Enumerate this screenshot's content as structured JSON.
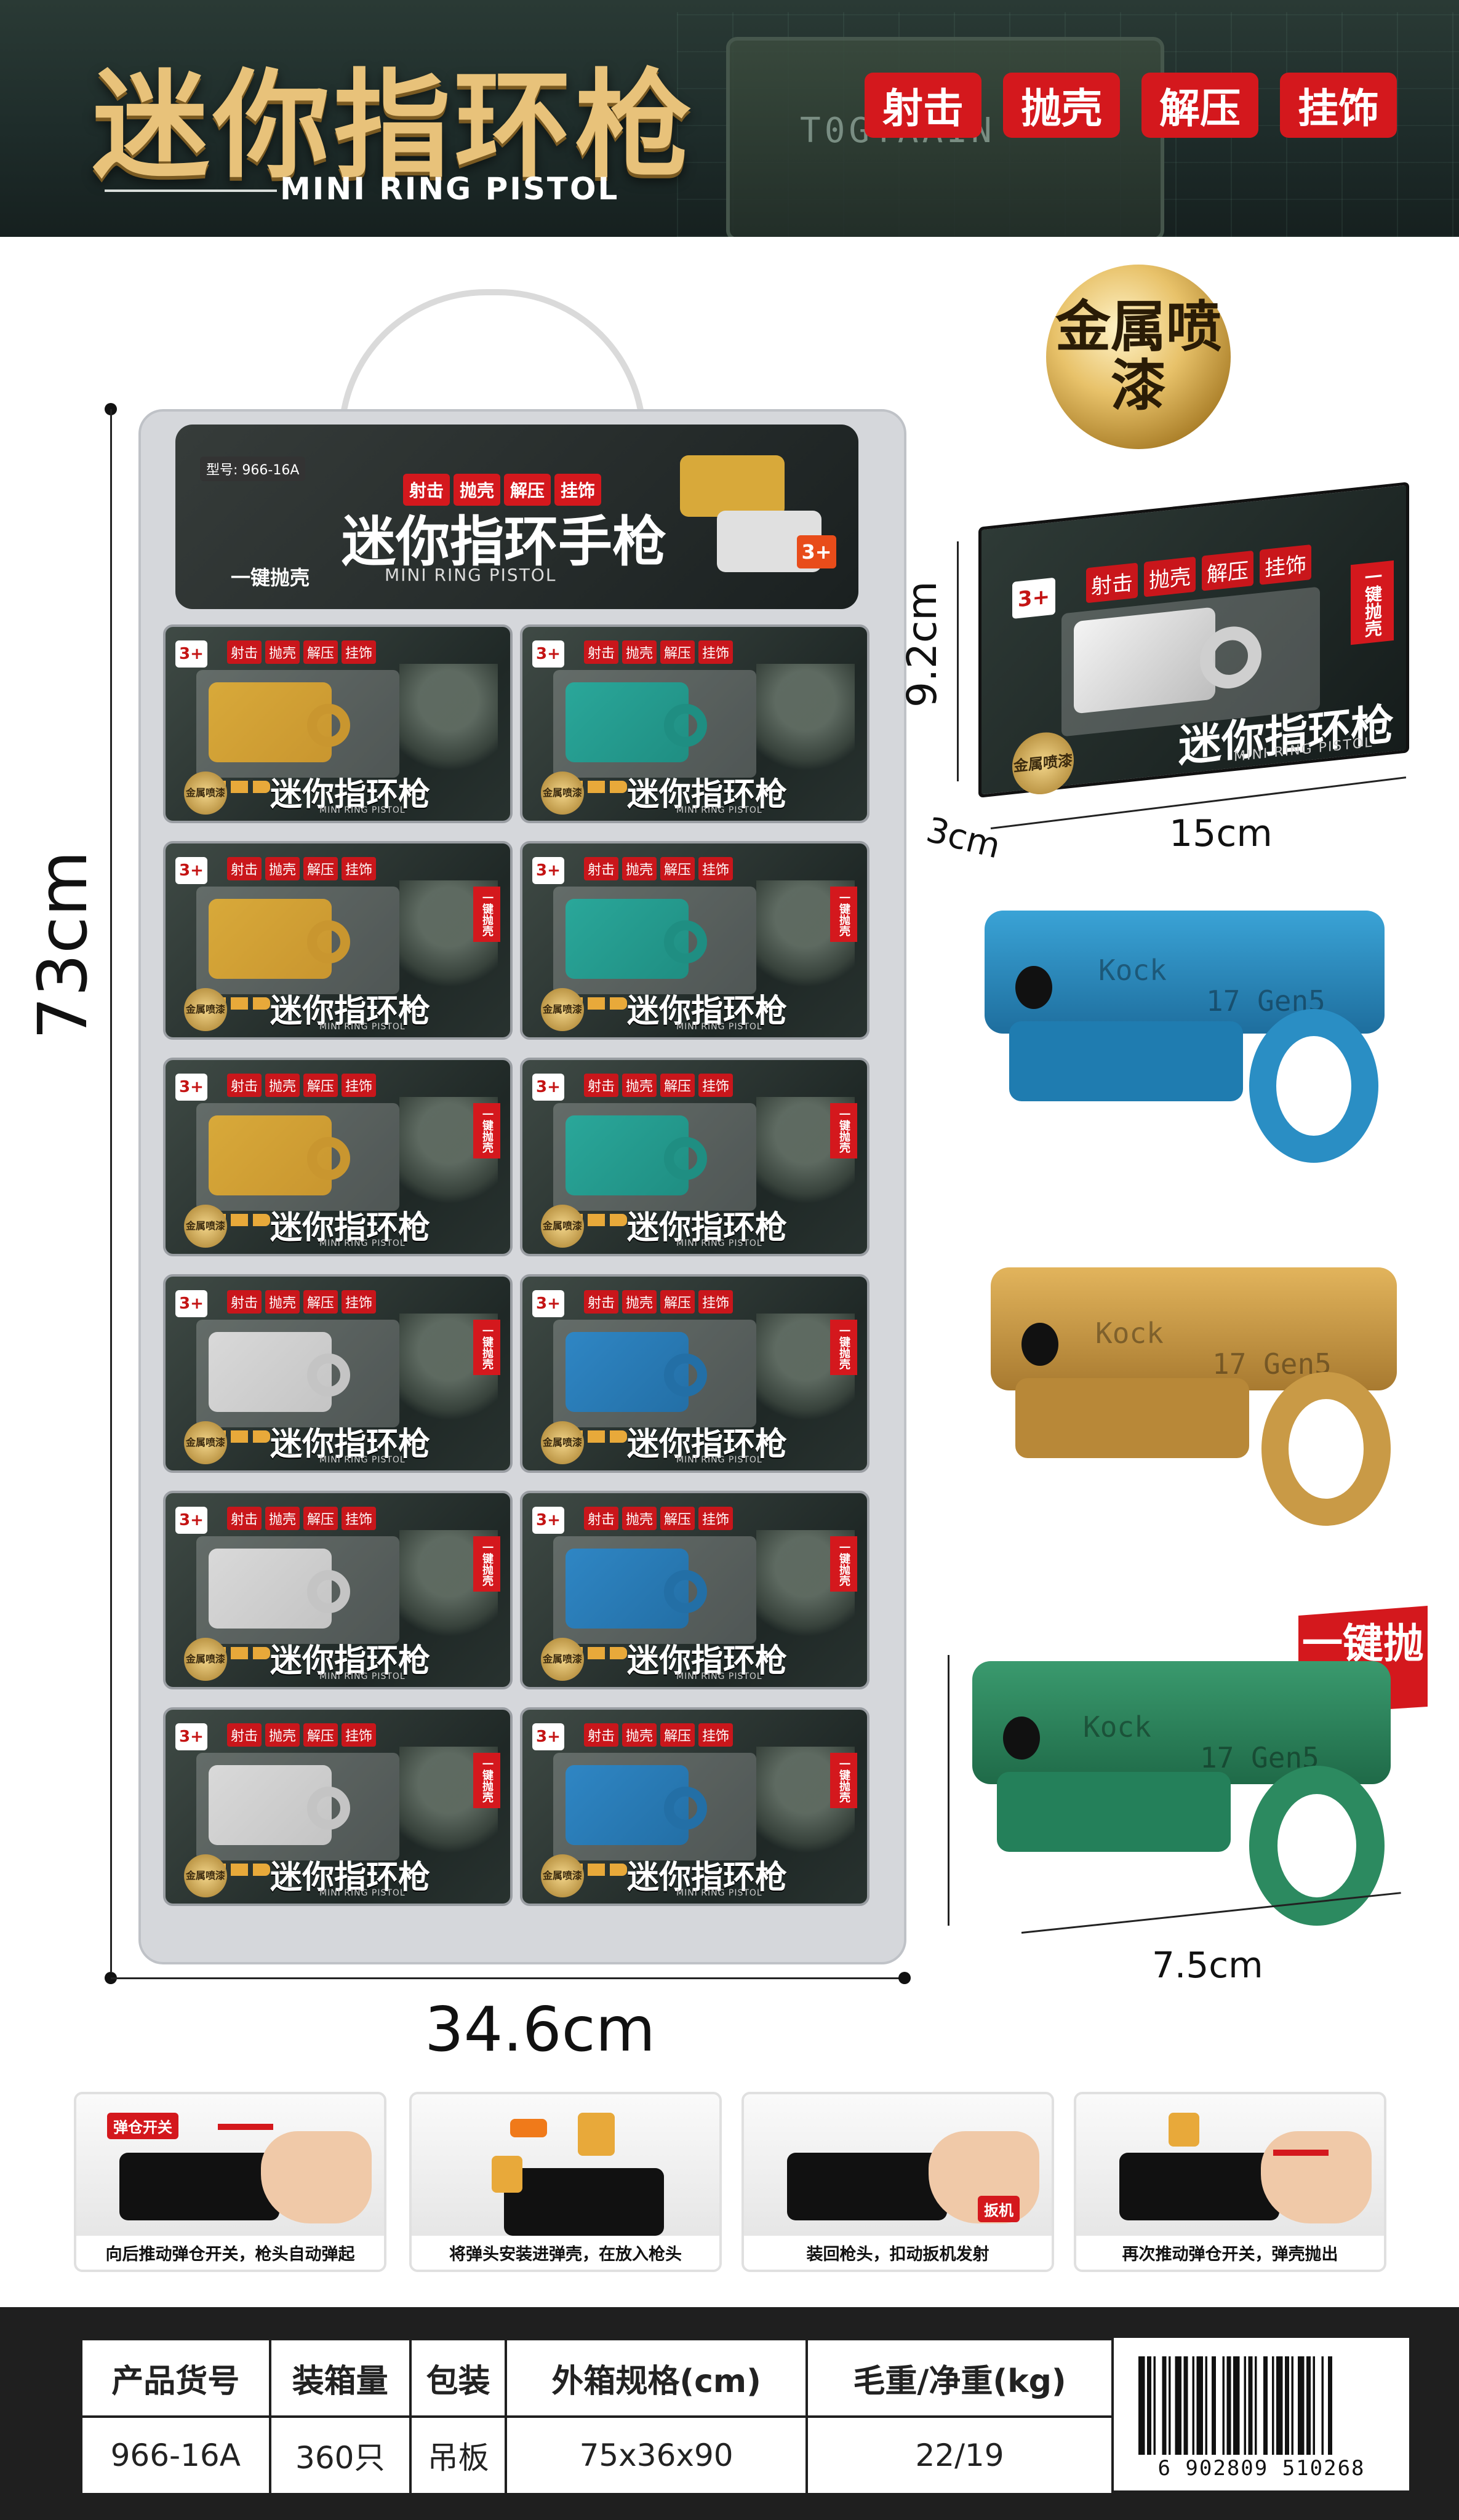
{
  "header": {
    "title_cn": "迷你指环枪",
    "title_en": "MINI RING PISTOL",
    "tags": [
      "射击",
      "抛壳",
      "解压",
      "挂饰"
    ],
    "crate_text": "T0GTAAIN"
  },
  "card_header": {
    "tags": [
      "射击",
      "抛壳",
      "解压",
      "挂饰"
    ],
    "title": "迷你指环手枪",
    "subtitle": "MINI RING PISTOL",
    "model": "型号: 966-16A",
    "brand": "一键抛壳",
    "age": "3+"
  },
  "package": {
    "age": "3+",
    "tags": [
      "射击",
      "抛壳",
      "解压",
      "挂饰"
    ],
    "title": "迷你指环枪",
    "subtitle": "MINI RING PISTOL",
    "metal": "金属喷漆",
    "badge": "一键抛壳"
  },
  "package_grid": [
    {
      "left": "gold",
      "right": "teal"
    },
    {
      "left": "gold",
      "right": "teal"
    },
    {
      "left": "gold",
      "right": "teal"
    },
    {
      "left": "silver",
      "right": "blue"
    },
    {
      "left": "silver",
      "right": "blue"
    },
    {
      "left": "silver",
      "right": "blue"
    }
  ],
  "colors": {
    "gold": "#d8a93a",
    "teal": "#2aa79a",
    "silver": "#d9d9d9",
    "blue": "#2f86c4",
    "red": "#d4181d"
  },
  "dimensions": {
    "card_height": "73cm",
    "card_width": "34.6cm",
    "box_height": "9.2cm",
    "box_depth": "3cm",
    "box_width": "15cm",
    "gun_width": "7.5cm"
  },
  "badges": {
    "metal": "金属喷漆",
    "eject": "一键抛壳"
  },
  "products": [
    {
      "color": "blue",
      "marks": [
        "Kock",
        "17 Gen5"
      ]
    },
    {
      "color": "gold",
      "marks": [
        "Kock",
        "17 Gen5"
      ]
    },
    {
      "color": "green",
      "marks": [
        "Kock",
        "17 Gen5"
      ]
    }
  ],
  "steps": [
    {
      "caption": "向后推动弹仓开关，枪头自动弹起",
      "label": "弹仓开关"
    },
    {
      "caption": "将弹头安装进弹壳，在放入枪头",
      "label": ""
    },
    {
      "caption": "装回枪头，扣动扳机发射",
      "label": "扳机"
    },
    {
      "caption": "再次推动弹仓开关，弹壳抛出",
      "label": ""
    }
  ],
  "table": {
    "headers": [
      "产品货号",
      "装箱量",
      "包装",
      "外箱规格(cm)",
      "毛重/净重(kg)"
    ],
    "row": [
      "966-16A",
      "360只",
      "吊板",
      "75x36x90",
      "22/19"
    ]
  },
  "barcode": "6 902809 510268"
}
